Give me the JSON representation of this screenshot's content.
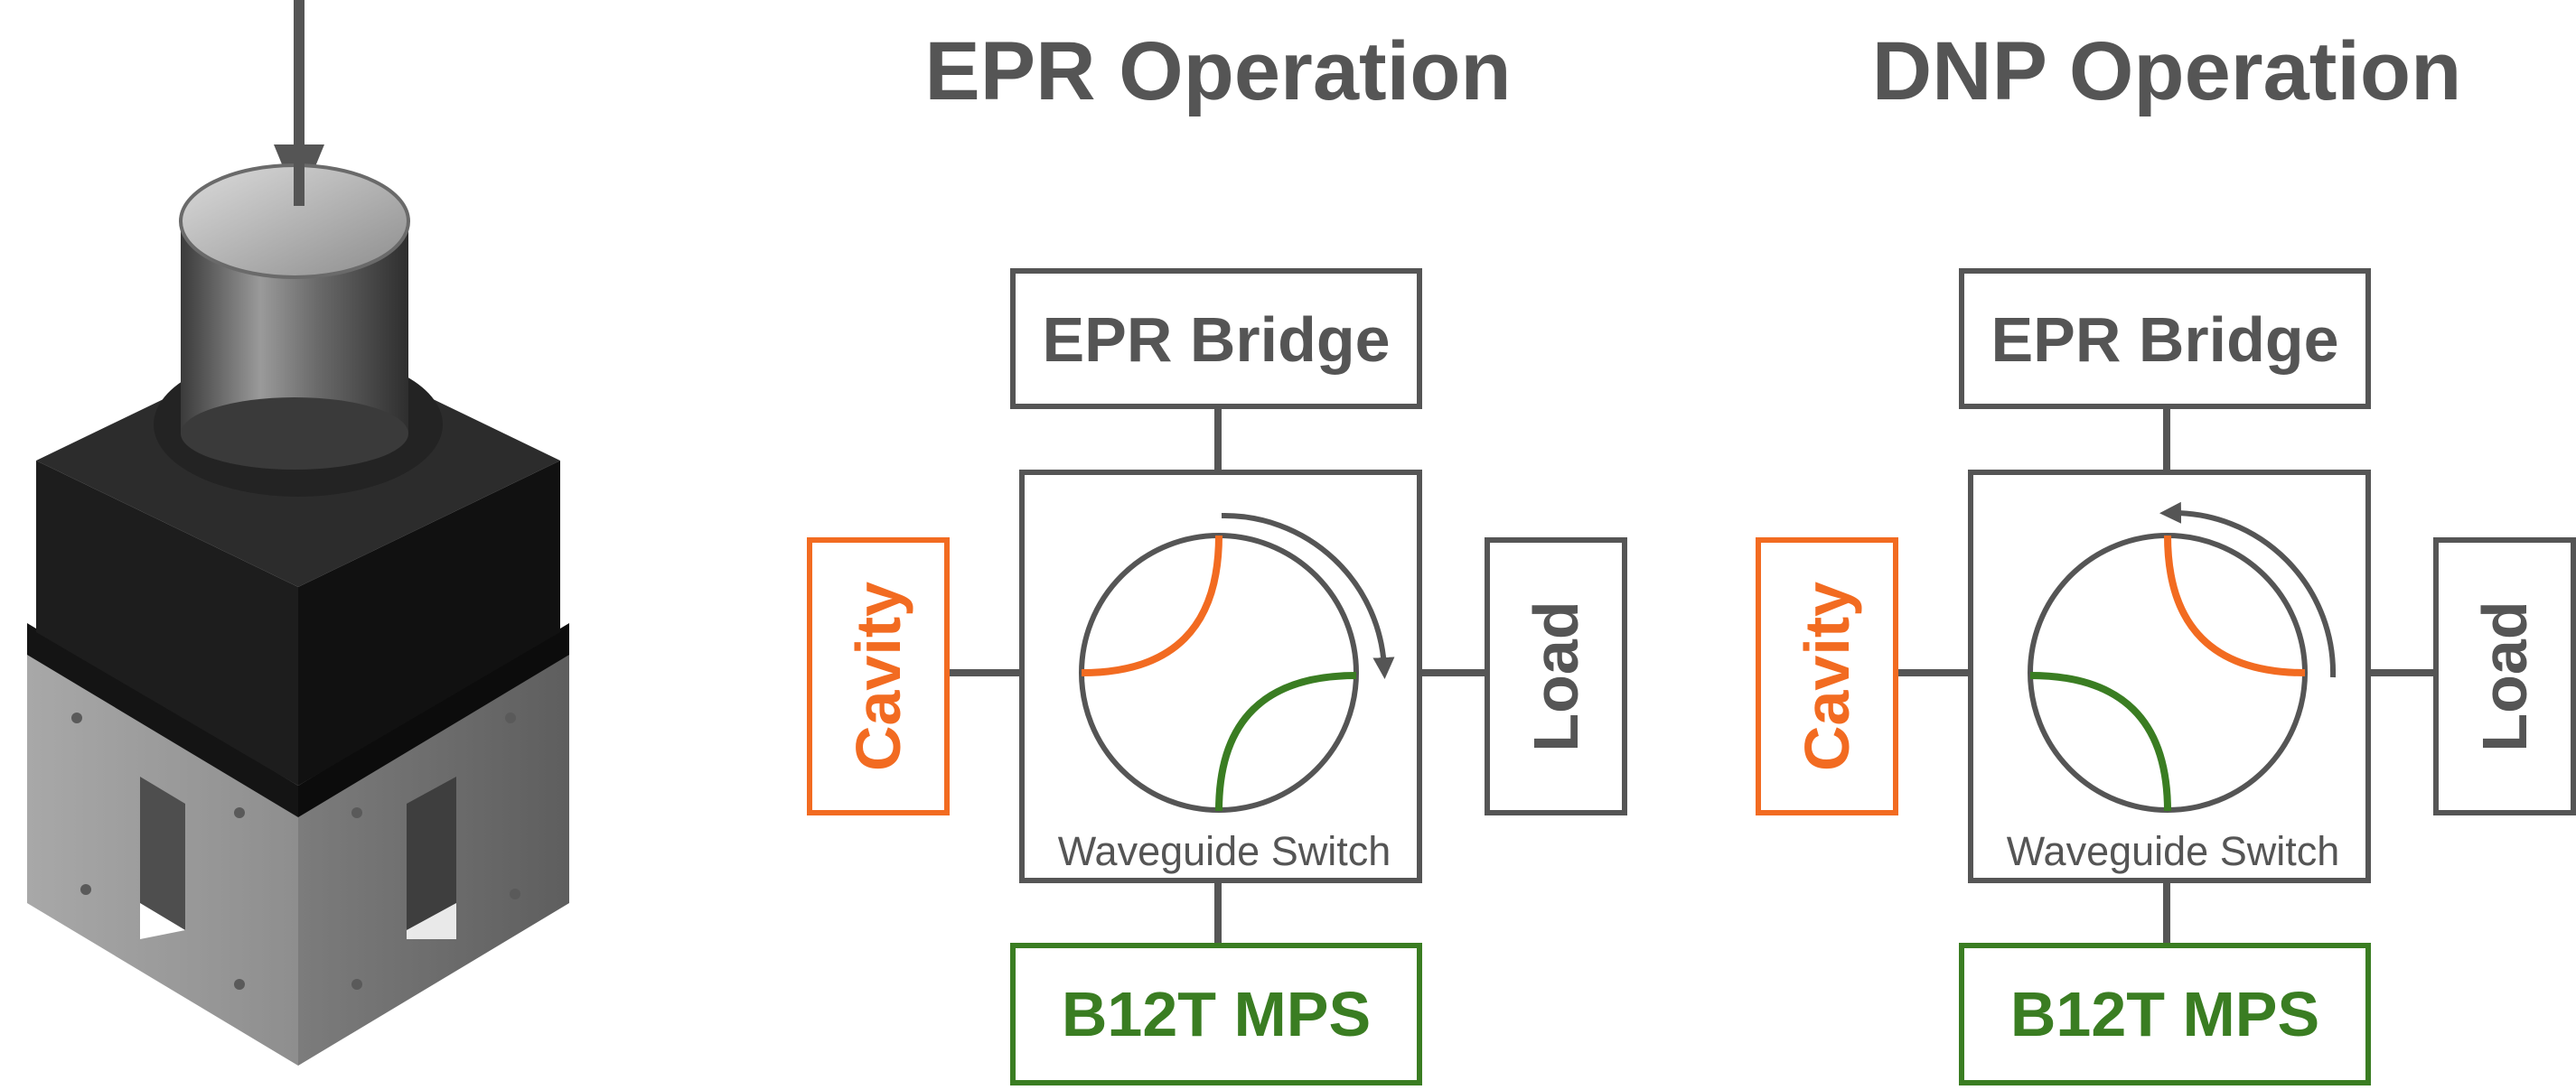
{
  "colors": {
    "gray": "#555555",
    "orange": "#F26B21",
    "green": "#3A7D22",
    "hardware_dark": "#1e1e1e",
    "hardware_metal": "#8a8a8a"
  },
  "hardware": {
    "icon": "waveguide-switch-hardware-illustration"
  },
  "panels": [
    {
      "title": "EPR Operation",
      "top_box": "EPR Bridge",
      "left_box": "Cavity",
      "right_box": "Load",
      "bottom_box": "B12T MPS",
      "switch_label": "Waveguide Switch",
      "rotation": "clockwise"
    },
    {
      "title": "DNP Operation",
      "top_box": "EPR Bridge",
      "left_box": "Cavity",
      "right_box": "Load",
      "bottom_box": "B12T MPS",
      "switch_label": "Waveguide Switch",
      "rotation": "counterclockwise"
    }
  ]
}
